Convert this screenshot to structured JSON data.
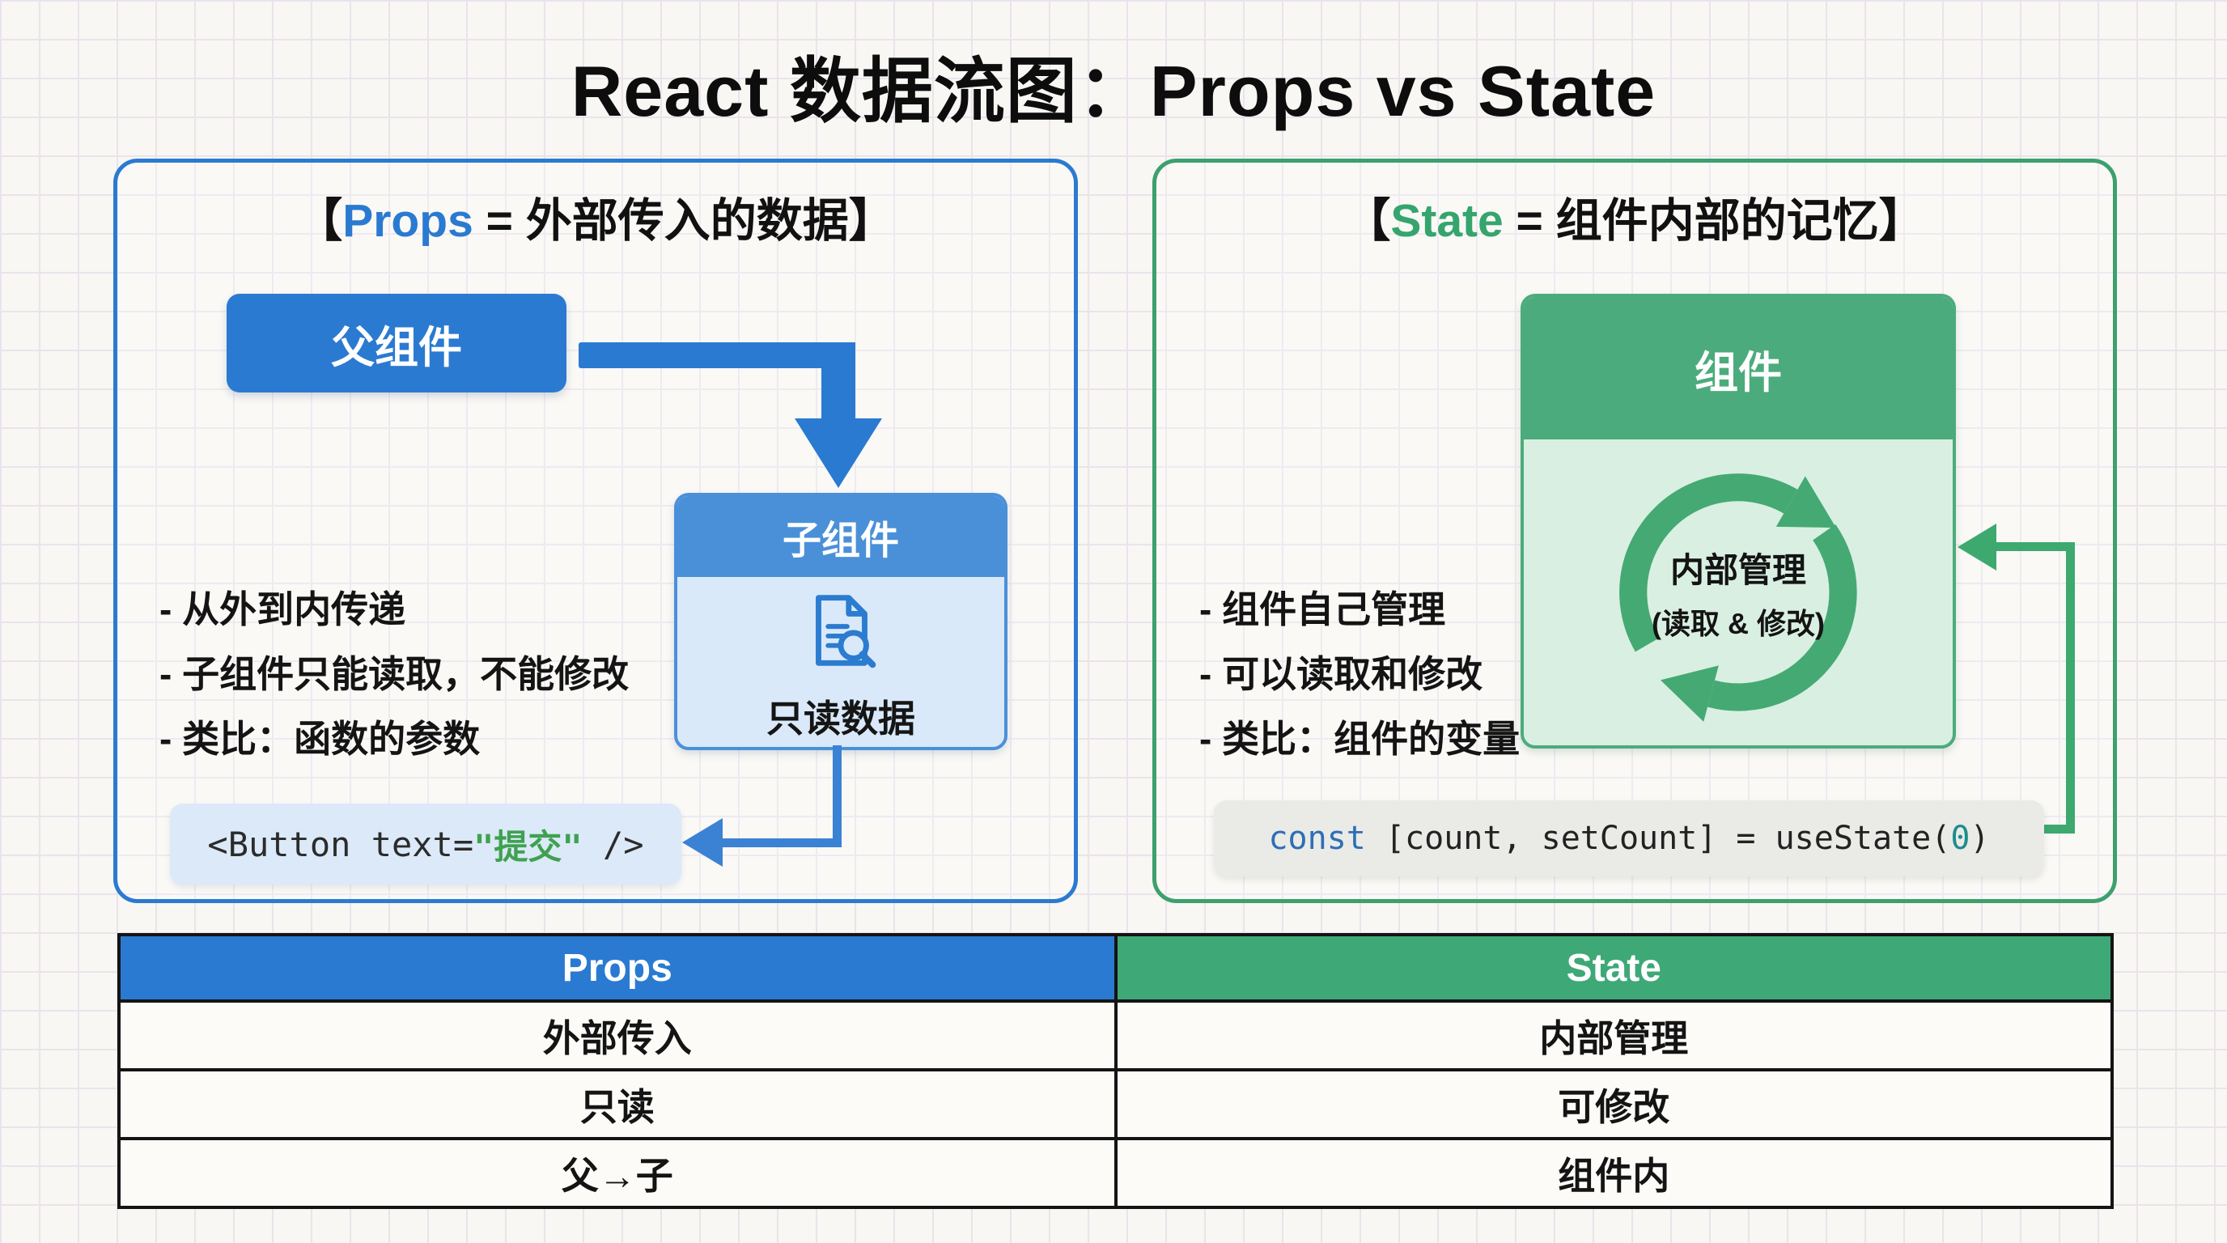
{
  "page": {
    "title": "React 数据流图：Props vs State"
  },
  "colors": {
    "blue_primary": "#2b7ad1",
    "blue_light": "#d9e9f9",
    "green_primary": "#3da06e",
    "green_header": "#4cab7c",
    "green_light": "#d9efe2",
    "code_string_green": "#3fa14f",
    "code_keyword_blue": "#2e6fb5",
    "code_number_teal": "#1e8c8c",
    "table_header_blue": "#2b7ad1",
    "table_header_green": "#3fa877"
  },
  "props_panel": {
    "title_bracket": "【",
    "title_keyword": "Props",
    "title_rest": " = 外部传入的数据】",
    "parent_box_label": "父组件",
    "child_box_label": "子组件",
    "child_caption": "只读数据",
    "bullets": [
      "- 从外到内传递",
      "- 子组件只能读取，不能修改",
      "- 类比：函数的参数"
    ],
    "code": {
      "pre": "<Button text=",
      "string": "\"提交\"",
      "post": " />"
    }
  },
  "state_panel": {
    "title_bracket": "【",
    "title_keyword": "State",
    "title_rest": " = 组件内部的记忆】",
    "component_box_label": "组件",
    "cycle_line1": "内部管理",
    "cycle_line2": "(读取 & 修改)",
    "bullets": [
      "- 组件自己管理",
      "- 可以读取和修改",
      "- 类比：组件的变量"
    ],
    "code": {
      "keyword": "const",
      "mid": " [count, setCount] = useState(",
      "number": "0",
      "end": ")"
    }
  },
  "table": {
    "headers": [
      "Props",
      "State"
    ],
    "rows": [
      [
        "外部传入",
        "内部管理"
      ],
      [
        "只读",
        "可修改"
      ],
      [
        "父→子",
        "组件内"
      ]
    ]
  }
}
